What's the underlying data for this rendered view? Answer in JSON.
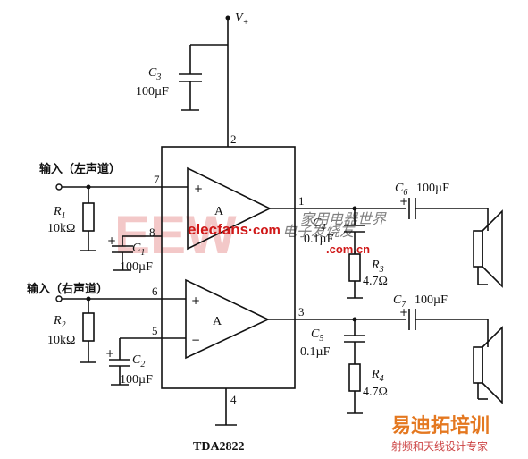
{
  "supply": {
    "label": "V",
    "sub": "+"
  },
  "chip": {
    "name": "TDA2822",
    "amp_label": "A"
  },
  "pins": {
    "p2": "2",
    "p7": "7",
    "p8": "8",
    "p6": "6",
    "p5": "5",
    "p1": "1",
    "p3": "3",
    "p4": "4"
  },
  "inputs": {
    "left": "输入（左声道）",
    "right": "输入（右声道）"
  },
  "components": {
    "C3": {
      "ref": "C",
      "sub": "3",
      "value": "100µF"
    },
    "C1": {
      "ref": "C",
      "sub": "1",
      "value": "100µF"
    },
    "C2": {
      "ref": "C",
      "sub": "2",
      "value": "100µF"
    },
    "C4": {
      "ref": "C",
      "sub": "4",
      "value": "0.1µF"
    },
    "C5": {
      "ref": "C",
      "sub": "5",
      "value": "0.1µF"
    },
    "C6": {
      "ref": "C",
      "sub": "6",
      "value": "100µF"
    },
    "C7": {
      "ref": "C",
      "sub": "7",
      "value": "100µF"
    },
    "R1": {
      "ref": "R",
      "sub": "1",
      "value": "10kΩ"
    },
    "R2": {
      "ref": "R",
      "sub": "2",
      "value": "10kΩ"
    },
    "R3": {
      "ref": "R",
      "sub": "3",
      "value": "4.7Ω"
    },
    "R4": {
      "ref": "R",
      "sub": "4",
      "value": "4.7Ω"
    }
  },
  "symbols": {
    "plus": "+",
    "minus": "−"
  },
  "watermarks": {
    "big": "EEW",
    "url": "elecfans",
    "url_dot": "·com",
    "url2": ".com.cn",
    "handwritten_1": "家用电器世界",
    "handwritten_2": "电子发烧友",
    "brand": "易迪拓培训",
    "brand_sub": "射频和天线设计专家"
  }
}
